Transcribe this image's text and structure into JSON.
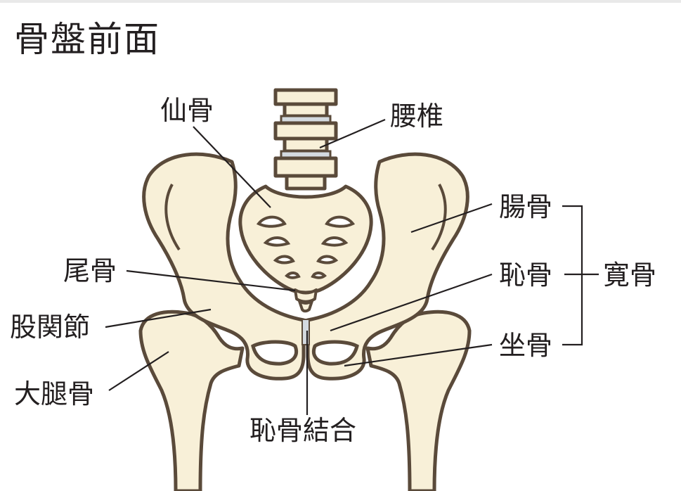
{
  "title": "骨盤前面",
  "labels": {
    "sacrum": "仙骨",
    "lumbar": "腰椎",
    "ilium": "腸骨",
    "pubis": "恥骨",
    "hipbone": "寛骨",
    "ischium": "坐骨",
    "coccyx": "尾骨",
    "hip_joint": "股関節",
    "femur": "大腿骨",
    "pubic_symphysis": "恥骨結合"
  },
  "colors": {
    "bone_fill": "#f8f0d8",
    "bone_outline": "#5a4a3a",
    "disc": "#d4dae0",
    "text": "#231f20",
    "leader": "#231f20"
  }
}
